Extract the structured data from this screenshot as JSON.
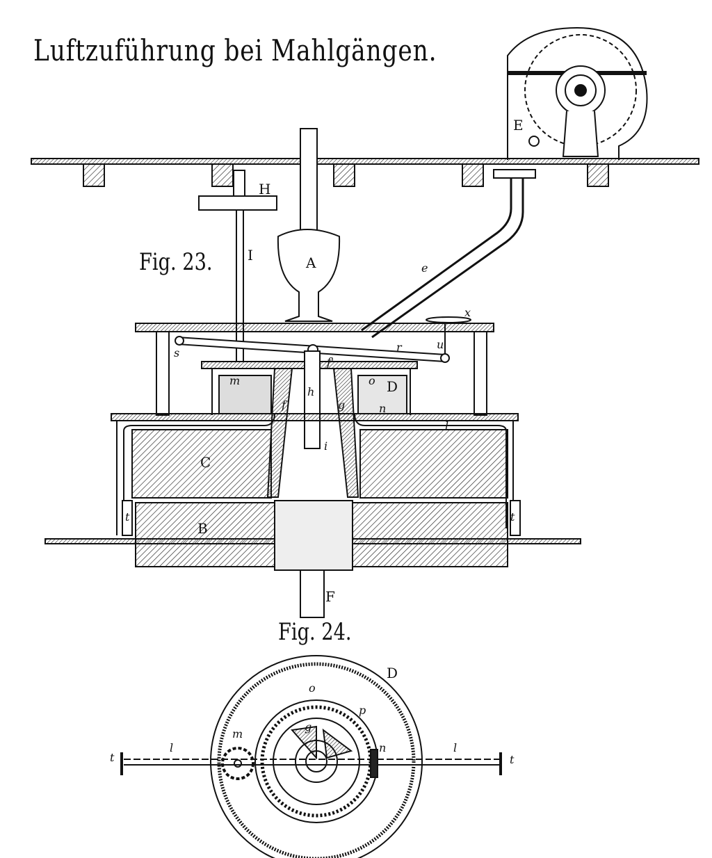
{
  "title": "Luftzuführung bei Mahlgängen.",
  "fig23": {
    "caption": "Fig. 23.",
    "labels": {
      "E": "E",
      "H": "H",
      "I": "I",
      "A": "A",
      "e": "e",
      "x": "x",
      "s": "s",
      "r": "r",
      "u": "u",
      "f1": "f'",
      "f": "f",
      "h": "h",
      "g": "g",
      "m": "m",
      "o": "o",
      "D": "D",
      "n": "n",
      "l": "l",
      "C": "C",
      "i": "i",
      "t_left": "t",
      "t_right": "t",
      "B": "B",
      "F": "F"
    }
  },
  "fig24": {
    "caption": "Fig. 24.",
    "labels": {
      "D": "D",
      "o": "o",
      "p": "p",
      "m": "m",
      "g": "g",
      "n": "n",
      "l_left": "l",
      "l_right": "l",
      "t_left": "t",
      "t_right": "t"
    }
  },
  "colors": {
    "ink": "#111111",
    "paper": "#ffffff"
  }
}
